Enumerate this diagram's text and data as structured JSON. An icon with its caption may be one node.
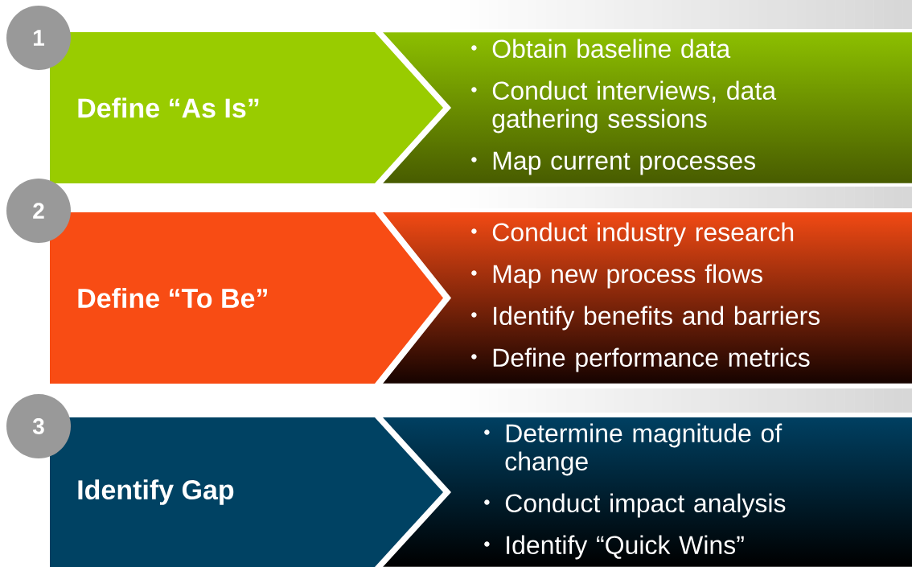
{
  "diagram": {
    "nodes": [
      {
        "text": [
          "1"
        ]
      },
      {
        "text": [
          "Define “As Is”"
        ]
      },
      {
        "text": [
          "Obtain baseline data",
          "Conduct interviews, data gathering sessions",
          "Map current processes"
        ]
      },
      {
        "text": [
          "2"
        ]
      },
      {
        "text": [
          "Define “To Be”"
        ]
      },
      {
        "text": [
          "Conduct industry research",
          "Map new process flows",
          "Identify benefits and barriers",
          "Define performance metrics"
        ]
      },
      {
        "text": [
          "3"
        ]
      },
      {
        "text": [
          "Identify Gap"
        ]
      },
      {
        "text": [
          "Determine magnitude of change",
          "Conduct impact analysis",
          "Identify “Quick Wins”"
        ]
      }
    ]
  }
}
